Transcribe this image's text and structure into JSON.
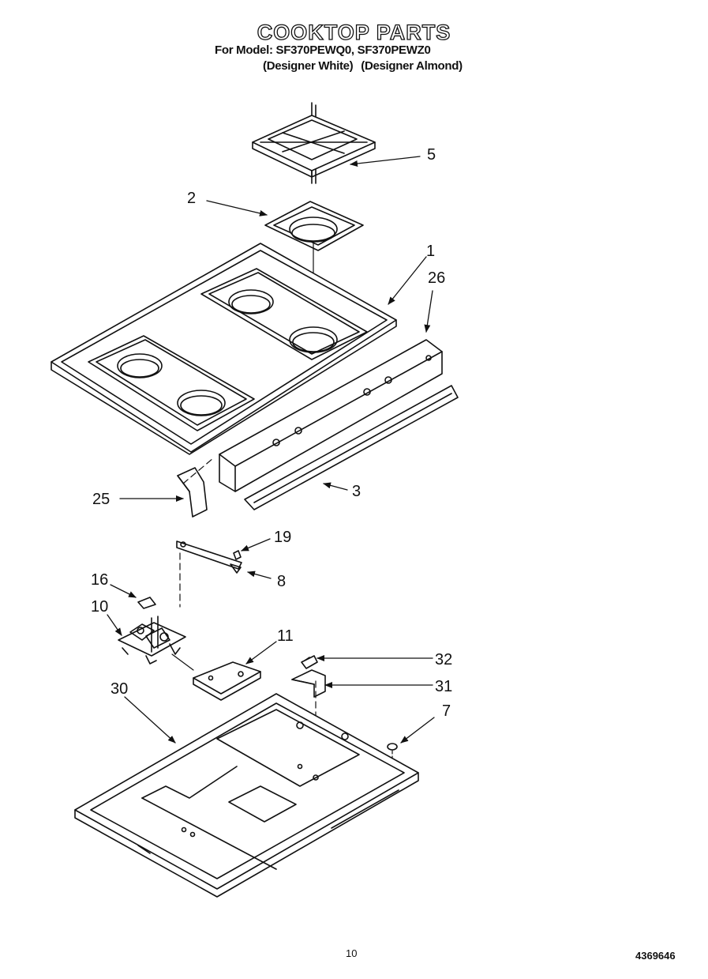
{
  "header": {
    "title": "COOKTOP PARTS",
    "model_line": "For Model: SF370PEWQ0, SF370PEWZ0",
    "designer_white": "(Designer White)",
    "designer_almond": "(Designer Almond)"
  },
  "callouts": [
    "5",
    "2",
    "1",
    "26",
    "25",
    "3",
    "19",
    "8",
    "16",
    "10",
    "11",
    "32",
    "31",
    "30",
    "7"
  ],
  "footer": {
    "page_number": "10",
    "doc_number": "4369646"
  }
}
